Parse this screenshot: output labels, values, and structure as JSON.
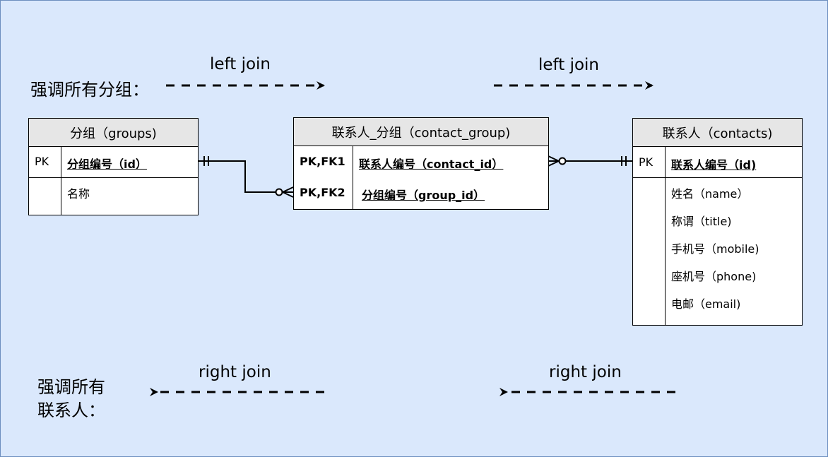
{
  "labels": {
    "emphasize_groups": "强调所有分组：",
    "emphasize_contacts_line1": "强调所有",
    "emphasize_contacts_line2": "联系人：",
    "left_join_1": "left join",
    "left_join_2": "left join",
    "right_join_1": "right join",
    "right_join_2": "right join"
  },
  "colors": {
    "background": "#dae8fc",
    "border": "#6c8ebf",
    "header": "#e6e6e6"
  },
  "groups": {
    "title": "分组（groups)",
    "pk_label": "PK",
    "pk_field": "分组编号（id）",
    "fields": [
      "名称"
    ]
  },
  "contact_group": {
    "title": "联系人_分组（contact_group)",
    "rows": [
      {
        "key": "PK,FK1",
        "field": "联系人编号（contact_id）"
      },
      {
        "key": "PK,FK2",
        "field": "分组编号（group_id）"
      }
    ]
  },
  "contacts": {
    "title": "联系人（contacts)",
    "pk_label": "PK",
    "pk_field": "联系人编号（id)",
    "fields": [
      "姓名（name）",
      "称谓（title)",
      "手机号（mobile)",
      "座机号（phone)",
      "电邮（email)"
    ]
  }
}
